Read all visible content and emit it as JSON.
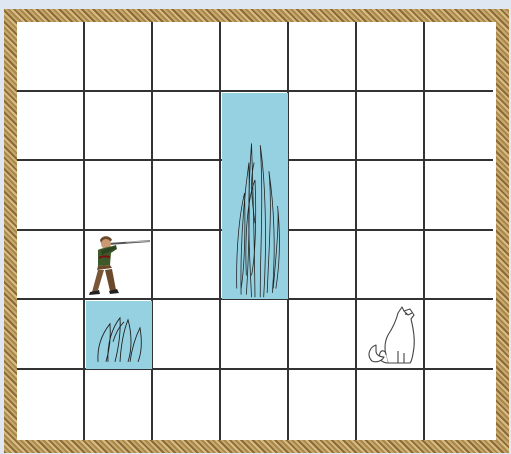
{
  "board": {
    "cols": 7,
    "rows": 6,
    "colors": {
      "grid_line": "#333333",
      "cell": "#ffffff",
      "water": "#96d1e2",
      "frame": "#b08d52"
    },
    "water_tiles": [
      {
        "col": 3,
        "row": 1,
        "col_span": 1,
        "row_span": 3,
        "name": "waterfall-tile-large"
      },
      {
        "col": 1,
        "row": 4,
        "col_span": 1,
        "row_span": 1,
        "name": "waterfall-tile-small"
      }
    ],
    "pieces": [
      {
        "type": "hunter",
        "icon": "hunter-with-rifle-icon",
        "col": 1,
        "row": 3
      },
      {
        "type": "wolf",
        "icon": "howling-wolf-icon",
        "col": 5,
        "row": 4
      }
    ]
  }
}
